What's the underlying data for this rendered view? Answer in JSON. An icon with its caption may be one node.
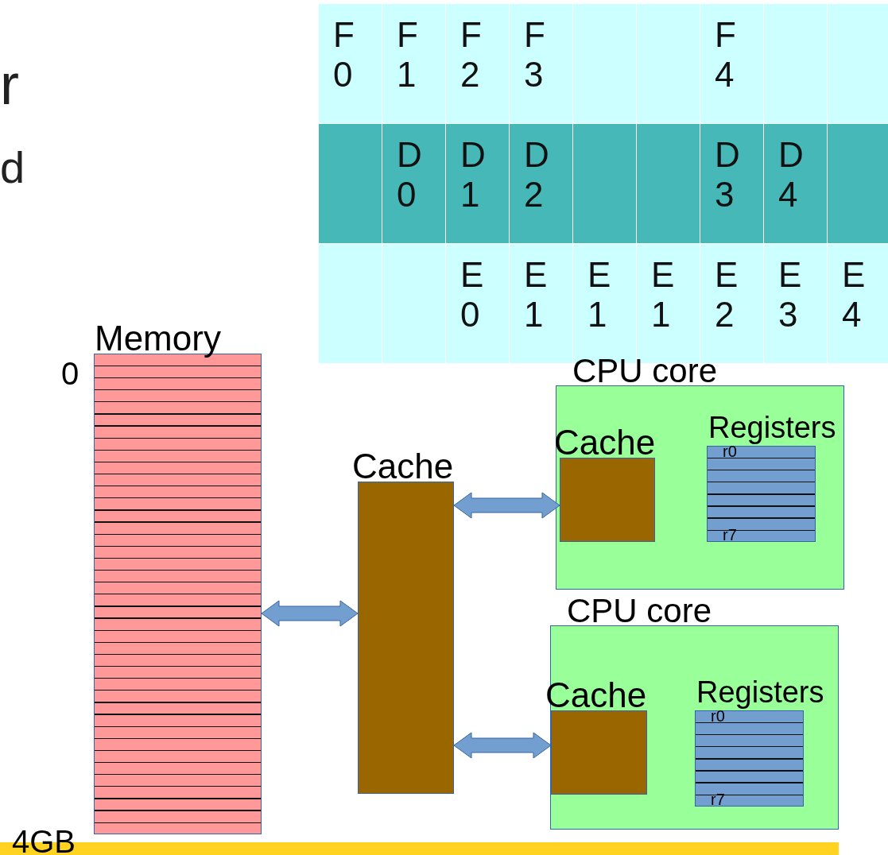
{
  "diagram": {
    "nodes": [
      {
        "text": [
          "Memory"
        ],
        "beside": [
          "0",
          "4GB"
        ]
      },
      {
        "text": [
          "Cache"
        ]
      },
      {
        "text": [
          "CPU core"
        ]
      },
      {
        "text": [
          "Cache"
        ],
        "in": 2
      },
      {
        "text": [
          "Registers",
          "r0",
          "r7"
        ],
        "in": 2
      },
      {
        "text": [
          "CPU core"
        ]
      },
      {
        "text": [
          "Cache"
        ],
        "in": 5
      },
      {
        "text": [
          "Registers",
          "r0",
          "r7"
        ],
        "in": 5
      }
    ],
    "edges": [
      {
        "from": 0,
        "to": 1,
        "arrow": "both"
      },
      {
        "from": 1,
        "to": 3,
        "arrow": "both"
      },
      {
        "from": 1,
        "to": 6,
        "arrow": "both"
      }
    ],
    "labels": [
      "r",
      "d",
      "F0",
      "F1",
      "F2",
      "F3",
      "F4",
      "D0",
      "D1",
      "D2",
      "D3",
      "D4",
      "E0",
      "E1",
      "E1",
      "E1",
      "E2",
      "E3",
      "E4"
    ]
  }
}
